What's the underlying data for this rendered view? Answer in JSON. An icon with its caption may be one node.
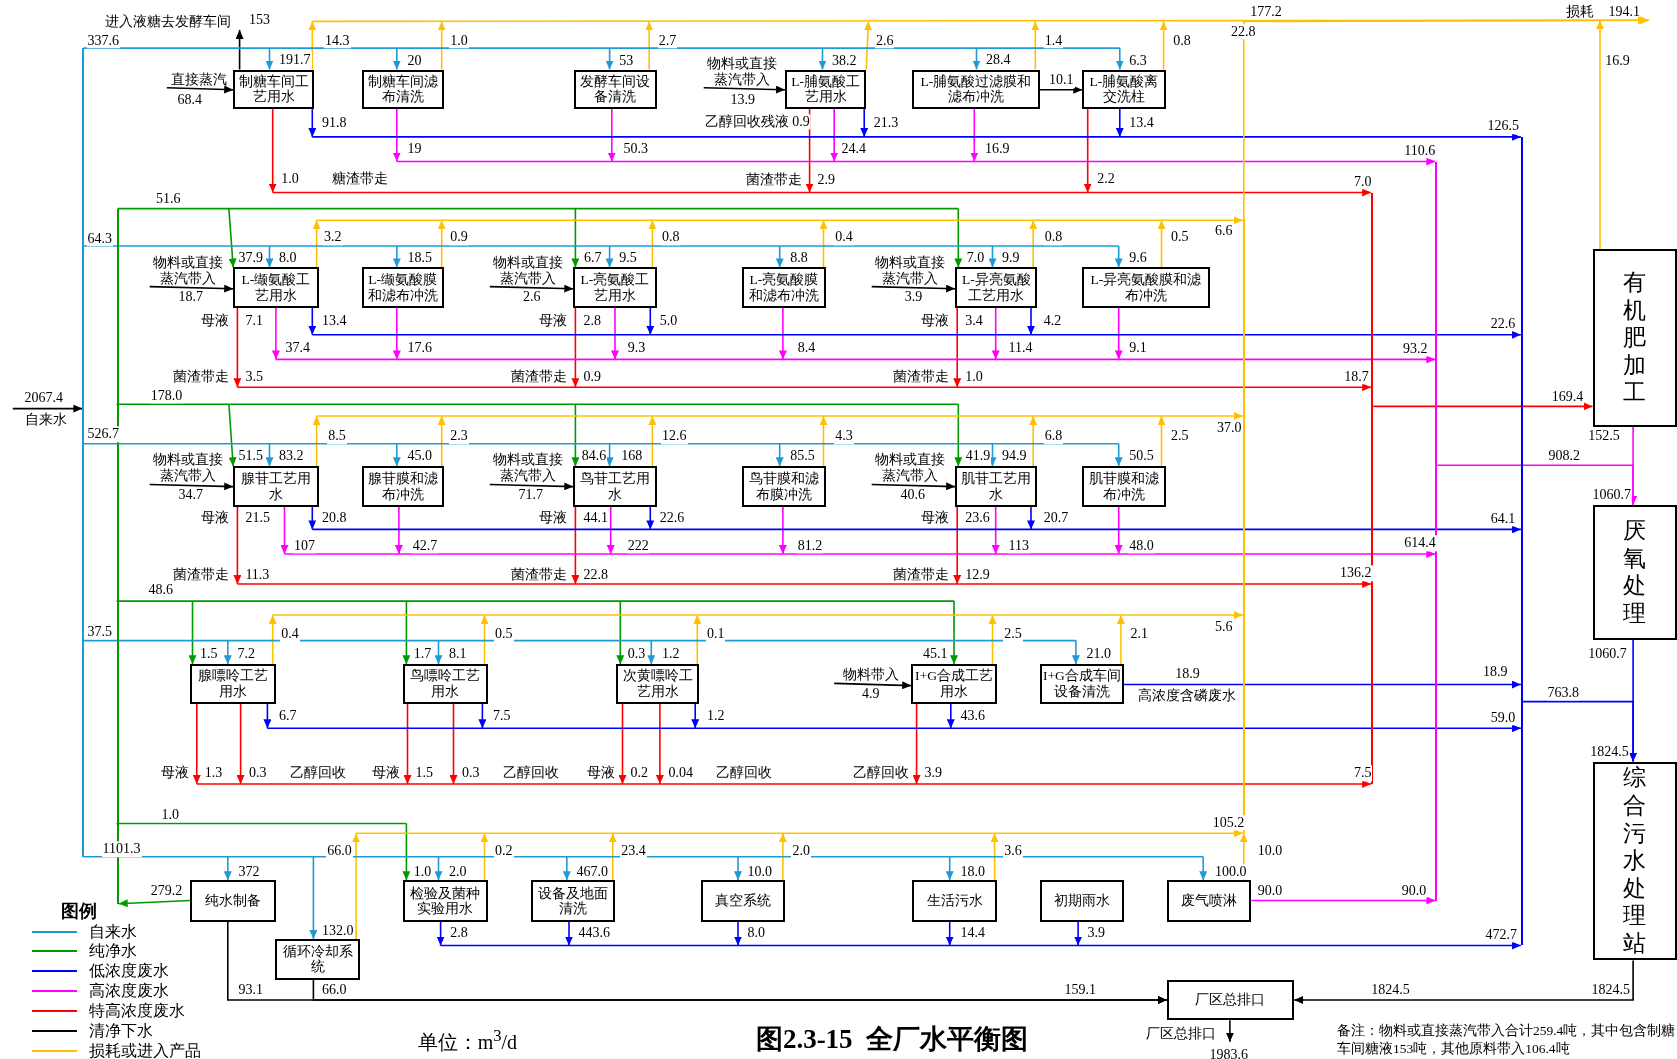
{
  "diagram": {
    "title": "图2.3-15  全厂水平衡图",
    "nodes": [
      {
        "text": [
          "制糖车间工艺用水"
        ]
      },
      {
        "text": [
          "制糖车间滤布清洗"
        ]
      },
      {
        "text": [
          "发酵车间设备清洗"
        ]
      },
      {
        "text": [
          "L-脯氨酸工艺用水"
        ]
      },
      {
        "text": [
          "L-脯氨酸过滤膜和滤布冲洗"
        ]
      },
      {
        "text": [
          "L-脯氨酸离交洗柱"
        ]
      },
      {
        "text": [
          "L-缬氨酸工艺用水"
        ]
      },
      {
        "text": [
          "L-缬氨酸膜和滤布冲洗"
        ]
      },
      {
        "text": [
          "L-亮氨酸工艺用水"
        ]
      },
      {
        "text": [
          "L-亮氨酸膜和滤布冲洗"
        ]
      },
      {
        "text": [
          "L-异亮氨酸工艺用水"
        ]
      },
      {
        "text": [
          "L-异亮氨酸膜和滤布冲洗"
        ]
      },
      {
        "text": [
          "腺苷工艺用水"
        ]
      },
      {
        "text": [
          "腺苷膜和滤布冲洗"
        ]
      },
      {
        "text": [
          "鸟苷工艺用水"
        ]
      },
      {
        "text": [
          "鸟苷膜和滤布膜冲洗"
        ]
      },
      {
        "text": [
          "肌苷工艺用水"
        ]
      },
      {
        "text": [
          "肌苷膜和滤布冲洗"
        ]
      },
      {
        "text": [
          "腺嘌呤工艺用水"
        ]
      },
      {
        "text": [
          "鸟嘌呤工艺用水"
        ]
      },
      {
        "text": [
          "次黄嘌呤工艺用水"
        ]
      },
      {
        "text": [
          "I+G合成工艺用水"
        ]
      },
      {
        "text": [
          "I+G合成车间设备清洗"
        ]
      },
      {
        "text": [
          "纯水制备"
        ]
      },
      {
        "text": [
          "循环冷却系统"
        ]
      },
      {
        "text": [
          "检验及菌种实验用水"
        ]
      },
      {
        "text": [
          "设备及地面清洗"
        ]
      },
      {
        "text": [
          "真空系统"
        ]
      },
      {
        "text": [
          "生活污水"
        ]
      },
      {
        "text": [
          "初期雨水"
        ]
      },
      {
        "text": [
          "废气喷淋"
        ]
      },
      {
        "text": [
          "厂区总排口"
        ]
      },
      {
        "text": [
          "有机肥加工"
        ]
      },
      {
        "text": [
          "厌氧处理"
        ]
      },
      {
        "text": [
          "综合污水处理站"
        ]
      },
      {
        "text": [
          "进入液糖去发酵车间"
        ]
      },
      {
        "text": [
          "直接蒸汽"
        ]
      },
      {
        "text": [
          "物料或直接蒸汽带入"
        ]
      },
      {
        "text": [
          "物料或直接蒸汽带入"
        ]
      },
      {
        "text": [
          "物料或直接蒸汽带入"
        ]
      },
      {
        "text": [
          "物料或直接蒸汽带入"
        ]
      },
      {
        "text": [
          "物料或直接蒸汽带入"
        ]
      },
      {
        "text": [
          "物料或直接蒸汽带入"
        ]
      },
      {
        "text": [
          "物料或直接蒸汽带入"
        ]
      },
      {
        "text": [
          "物料带入"
        ]
      },
      {
        "text": [
          "损耗"
        ],
        "beside": [
          "194.1"
        ]
      },
      {
        "text": [
          "自来水"
        ]
      },
      {
        "text": [
          "厂区总排口"
        ]
      },
      {
        "text": [],
        "shape": "bar"
      },
      {
        "text": [],
        "shape": "bar"
      },
      {
        "text": [],
        "shape": "bar"
      },
      {
        "text": [],
        "shape": "bar"
      },
      {
        "text": [],
        "shape": "bar"
      },
      {
        "text": [],
        "shape": "bar"
      }
    ],
    "edges": [
      {
        "from": null,
        "to": 0,
        "arrow": "to",
        "label": "191.7",
        "color": "#1e9bd7"
      },
      {
        "from": 0,
        "to": null,
        "arrow": "to",
        "label": "14.3",
        "color": "#ffc000"
      },
      {
        "from": 0,
        "to": null,
        "arrow": "to",
        "label": "91.8",
        "color": "#0000ff"
      },
      {
        "from": 0,
        "to": null,
        "arrow": "to",
        "label": "1.0 糖渣带走",
        "color": "#ff0000"
      },
      {
        "from": 0,
        "to": 35,
        "arrow": "to",
        "label": "153",
        "color": "#000000"
      },
      {
        "from": 36,
        "to": 0,
        "arrow": "to",
        "label": "68.4",
        "color": "#000000"
      },
      {
        "from": null,
        "to": 1,
        "arrow": "to",
        "label": "20",
        "color": "#1e9bd7"
      },
      {
        "from": 1,
        "to": null,
        "arrow": "to",
        "label": "1.0",
        "color": "#ffc000"
      },
      {
        "from": 1,
        "to": null,
        "arrow": "to",
        "label": "19",
        "color": "#ff00ff"
      },
      {
        "from": null,
        "to": 2,
        "arrow": "to",
        "label": "53",
        "color": "#1e9bd7"
      },
      {
        "from": 2,
        "to": null,
        "arrow": "to",
        "label": "2.7",
        "color": "#ffc000"
      },
      {
        "from": 2,
        "to": null,
        "arrow": "to",
        "label": "50.3",
        "color": "#ff00ff"
      },
      {
        "from": null,
        "to": 3,
        "arrow": "to",
        "label": "38.2",
        "color": "#1e9bd7"
      },
      {
        "from": 3,
        "to": null,
        "arrow": "to",
        "label": "2.6",
        "color": "#ffc000"
      },
      {
        "from": 3,
        "to": null,
        "arrow": "to",
        "label": "21.3",
        "color": "#0000ff"
      },
      {
        "from": 3,
        "to": null,
        "arrow": "to",
        "label": "24.4",
        "color": "#ff00ff"
      },
      {
        "from": 3,
        "to": null,
        "arrow": "to",
        "label": "菌渣带走 2.9",
        "color": "#ff0000"
      },
      {
        "from": 37,
        "to": 3,
        "arrow": "to",
        "label": "13.9",
        "color": "#000000"
      },
      {
        "from": null,
        "to": 4,
        "arrow": "to",
        "label": "28.4",
        "color": "#1e9bd7"
      },
      {
        "from": 4,
        "to": null,
        "arrow": "to",
        "label": "1.4",
        "color": "#ffc000"
      },
      {
        "from": 4,
        "to": null,
        "arrow": "to",
        "label": "16.9",
        "color": "#ff00ff"
      },
      {
        "from": 4,
        "to": 5,
        "arrow": "to",
        "label": "10.1",
        "color": "#000000"
      },
      {
        "from": null,
        "to": 5,
        "arrow": "to",
        "label": "6.3",
        "color": "#1e9bd7"
      },
      {
        "from": 5,
        "to": null,
        "arrow": "to",
        "label": "0.8",
        "color": "#ffc000"
      },
      {
        "from": 5,
        "to": null,
        "arrow": "to",
        "label": "13.4",
        "color": "#0000ff"
      },
      {
        "from": 5,
        "to": null,
        "arrow": "to",
        "label": "2.2",
        "color": "#ff0000"
      },
      {
        "from": null,
        "to": 6,
        "arrow": "to",
        "label": "37.9",
        "color": "#009a00"
      },
      {
        "from": null,
        "to": 6,
        "arrow": "to",
        "label": "8.0",
        "color": "#1e9bd7"
      },
      {
        "from": 6,
        "to": null,
        "arrow": "to",
        "label": "3.2",
        "color": "#ffc000"
      },
      {
        "from": 6,
        "to": null,
        "arrow": "to",
        "label": "13.4",
        "color": "#0000ff"
      },
      {
        "from": 6,
        "to": null,
        "arrow": "to",
        "label": "37.4",
        "color": "#ff00ff"
      },
      {
        "from": 6,
        "to": null,
        "arrow": "to",
        "label": "菌渣带走 3.5",
        "color": "#ff0000"
      },
      {
        "from": 38,
        "to": 6,
        "arrow": "to",
        "label": "18.7",
        "color": "#000000"
      },
      {
        "from": null,
        "to": 7,
        "arrow": "to",
        "label": "18.5",
        "color": "#1e9bd7"
      },
      {
        "from": 7,
        "to": null,
        "arrow": "to",
        "label": "0.9",
        "color": "#ffc000"
      },
      {
        "from": 7,
        "to": null,
        "arrow": "to",
        "label": "17.6",
        "color": "#ff00ff"
      },
      {
        "from": null,
        "to": 8,
        "arrow": "to",
        "label": "6.7",
        "color": "#009a00"
      },
      {
        "from": null,
        "to": 8,
        "arrow": "to",
        "label": "9.5",
        "color": "#1e9bd7"
      },
      {
        "from": 8,
        "to": null,
        "arrow": "to",
        "label": "0.8",
        "color": "#ffc000"
      },
      {
        "from": 8,
        "to": null,
        "arrow": "to",
        "label": "5.0",
        "color": "#0000ff"
      },
      {
        "from": 8,
        "to": null,
        "arrow": "to",
        "label": "9.3",
        "color": "#ff00ff"
      },
      {
        "from": 8,
        "to": null,
        "arrow": "to",
        "label": "菌渣带走 0.9",
        "color": "#ff0000"
      },
      {
        "from": 39,
        "to": 8,
        "arrow": "to",
        "label": "2.6",
        "color": "#000000"
      },
      {
        "from": null,
        "to": 9,
        "arrow": "to",
        "label": "8.8",
        "color": "#1e9bd7"
      },
      {
        "from": 9,
        "to": null,
        "arrow": "to",
        "label": "0.4",
        "color": "#ffc000"
      },
      {
        "from": 9,
        "to": null,
        "arrow": "to",
        "label": "8.4",
        "color": "#ff00ff"
      },
      {
        "from": null,
        "to": 10,
        "arrow": "to",
        "label": "7.0",
        "color": "#009a00"
      },
      {
        "from": null,
        "to": 10,
        "arrow": "to",
        "label": "9.9",
        "color": "#1e9bd7"
      },
      {
        "from": 10,
        "to": null,
        "arrow": "to",
        "label": "0.8",
        "color": "#ffc000"
      },
      {
        "from": 10,
        "to": null,
        "arrow": "to",
        "label": "4.2",
        "color": "#0000ff"
      },
      {
        "from": 10,
        "to": null,
        "arrow": "to",
        "label": "11.4",
        "color": "#ff00ff"
      },
      {
        "from": 10,
        "to": null,
        "arrow": "to",
        "label": "菌渣带走 1.0",
        "color": "#ff0000"
      },
      {
        "from": 40,
        "to": 10,
        "arrow": "to",
        "label": "3.9",
        "color": "#000000"
      },
      {
        "from": null,
        "to": 11,
        "arrow": "to",
        "label": "9.6",
        "color": "#1e9bd7"
      },
      {
        "from": 11,
        "to": null,
        "arrow": "to",
        "label": "0.5",
        "color": "#ffc000"
      },
      {
        "from": 11,
        "to": null,
        "arrow": "to",
        "label": "9.1",
        "color": "#ff00ff"
      },
      {
        "from": null,
        "to": 12,
        "arrow": "to",
        "label": "51.5",
        "color": "#009a00"
      },
      {
        "from": null,
        "to": 12,
        "arrow": "to",
        "label": "83.2",
        "color": "#1e9bd7"
      },
      {
        "from": 12,
        "to": null,
        "arrow": "to",
        "label": "8.5",
        "color": "#ffc000"
      },
      {
        "from": 12,
        "to": null,
        "arrow": "to",
        "label": "20.8",
        "color": "#0000ff"
      },
      {
        "from": 12,
        "to": null,
        "arrow": "to",
        "label": "107",
        "color": "#ff00ff"
      },
      {
        "from": 12,
        "to": null,
        "arrow": "to",
        "label": "菌渣带走 11.3",
        "color": "#ff0000"
      },
      {
        "from": 41,
        "to": 12,
        "arrow": "to",
        "label": "34.7",
        "color": "#000000"
      },
      {
        "from": null,
        "to": 13,
        "arrow": "to",
        "label": "45.0",
        "color": "#1e9bd7"
      },
      {
        "from": 13,
        "to": null,
        "arrow": "to",
        "label": "2.3",
        "color": "#ffc000"
      },
      {
        "from": 13,
        "to": null,
        "arrow": "to",
        "label": "42.7",
        "color": "#ff00ff"
      },
      {
        "from": null,
        "to": 14,
        "arrow": "to",
        "label": "84.6",
        "color": "#009a00"
      },
      {
        "from": null,
        "to": 14,
        "arrow": "to",
        "label": "168",
        "color": "#1e9bd7"
      },
      {
        "from": 14,
        "to": null,
        "arrow": "to",
        "label": "12.6",
        "color": "#ffc000"
      },
      {
        "from": 14,
        "to": null,
        "arrow": "to",
        "label": "22.6",
        "color": "#0000ff"
      },
      {
        "from": 14,
        "to": null,
        "arrow": "to",
        "label": "222",
        "color": "#ff00ff"
      },
      {
        "from": 14,
        "to": null,
        "arrow": "to",
        "label": "菌渣带走 22.8",
        "color": "#ff0000"
      },
      {
        "from": 42,
        "to": 14,
        "arrow": "to",
        "label": "71.7",
        "color": "#000000"
      },
      {
        "from": null,
        "to": 15,
        "arrow": "to",
        "label": "85.5",
        "color": "#1e9bd7"
      },
      {
        "from": 15,
        "to": null,
        "arrow": "to",
        "label": "4.3",
        "color": "#ffc000"
      },
      {
        "from": 15,
        "to": null,
        "arrow": "to",
        "label": "81.2",
        "color": "#ff00ff"
      },
      {
        "from": null,
        "to": 16,
        "arrow": "to",
        "label": "41.9",
        "color": "#009a00"
      },
      {
        "from": null,
        "to": 16,
        "arrow": "to",
        "label": "94.9",
        "color": "#1e9bd7"
      },
      {
        "from": 16,
        "to": null,
        "arrow": "to",
        "label": "6.8",
        "color": "#ffc000"
      },
      {
        "from": 16,
        "to": null,
        "arrow": "to",
        "label": "20.7",
        "color": "#0000ff"
      },
      {
        "from": 16,
        "to": null,
        "arrow": "to",
        "label": "113",
        "color": "#ff00ff"
      },
      {
        "from": 16,
        "to": null,
        "arrow": "to",
        "label": "菌渣带走 12.9",
        "color": "#ff0000"
      },
      {
        "from": 43,
        "to": 16,
        "arrow": "to",
        "label": "40.6",
        "color": "#000000"
      },
      {
        "from": null,
        "to": 17,
        "arrow": "to",
        "label": "50.5",
        "color": "#1e9bd7"
      },
      {
        "from": 17,
        "to": null,
        "arrow": "to",
        "label": "2.5",
        "color": "#ffc000"
      },
      {
        "from": 17,
        "to": null,
        "arrow": "to",
        "label": "48.0",
        "color": "#ff00ff"
      },
      {
        "from": null,
        "to": 18,
        "arrow": "to",
        "label": "1.5",
        "color": "#009a00"
      },
      {
        "from": null,
        "to": 18,
        "arrow": "to",
        "label": "7.2",
        "color": "#1e9bd7"
      },
      {
        "from": 18,
        "to": null,
        "arrow": "to",
        "label": "0.4",
        "color": "#ffc000"
      },
      {
        "from": 18,
        "to": null,
        "arrow": "to",
        "label": "6.7",
        "color": "#0000ff"
      },
      {
        "from": 18,
        "to": null,
        "arrow": "to",
        "label": "母液 1.3",
        "color": "#ff0000"
      },
      {
        "from": 18,
        "to": null,
        "arrow": "to",
        "label": "0.3 乙醇回收",
        "color": "#ff0000"
      },
      {
        "from": null,
        "to": 19,
        "arrow": "to",
        "label": "1.7",
        "color": "#009a00"
      },
      {
        "from": null,
        "to": 19,
        "arrow": "to",
        "label": "8.1",
        "color": "#1e9bd7"
      },
      {
        "from": 19,
        "to": null,
        "arrow": "to",
        "label": "0.5",
        "color": "#ffc000"
      },
      {
        "from": 19,
        "to": null,
        "arrow": "to",
        "label": "7.5",
        "color": "#0000ff"
      },
      {
        "from": 19,
        "to": null,
        "arrow": "to",
        "label": "母液 1.5",
        "color": "#ff0000"
      },
      {
        "from": 19,
        "to": null,
        "arrow": "to",
        "label": "0.3 乙醇回收",
        "color": "#ff0000"
      },
      {
        "from": null,
        "to": 20,
        "arrow": "to",
        "label": "0.3",
        "color": "#009a00"
      },
      {
        "from": null,
        "to": 20,
        "arrow": "to",
        "label": "1.2",
        "color": "#1e9bd7"
      },
      {
        "from": 20,
        "to": null,
        "arrow": "to",
        "label": "0.1",
        "color": "#ffc000"
      },
      {
        "from": 20,
        "to": null,
        "arrow": "to",
        "label": "1.2",
        "color": "#0000ff"
      },
      {
        "from": 20,
        "to": null,
        "arrow": "to",
        "label": "母液 0.2",
        "color": "#ff0000"
      },
      {
        "from": 20,
        "to": null,
        "arrow": "to",
        "label": "0.04 乙醇回收",
        "color": "#ff0000"
      },
      {
        "from": null,
        "to": 21,
        "arrow": "to",
        "label": "45.1",
        "color": "#009a00"
      },
      {
        "from": 21,
        "to": null,
        "arrow": "to",
        "label": "2.5",
        "color": "#ffc000"
      },
      {
        "from": 21,
        "to": null,
        "arrow": "to",
        "label": "43.6",
        "color": "#0000ff"
      },
      {
        "from": 21,
        "to": null,
        "arrow": "to",
        "label": "乙醇回收 3.9",
        "color": "#ff0000"
      },
      {
        "from": 44,
        "to": 21,
        "arrow": "to",
        "label": "4.9",
        "color": "#000000"
      },
      {
        "from": null,
        "to": 22,
        "arrow": "to",
        "label": "21.0",
        "color": "#1e9bd7"
      },
      {
        "from": 22,
        "to": null,
        "arrow": "to",
        "label": "2.1",
        "color": "#ffc000"
      },
      {
        "from": 22,
        "to": 53,
        "arrow": "to",
        "label": "18.9",
        "color": "#0000ff"
      },
      {
        "from": null,
        "to": 23,
        "arrow": "to",
        "label": "372",
        "color": "#1e9bd7"
      },
      {
        "from": 23,
        "to": 49,
        "arrow": "to",
        "label": "279.2",
        "color": "#009a00"
      },
      {
        "from": 23,
        "to": 31,
        "arrow": "to",
        "label": "93.1",
        "color": "#000000"
      },
      {
        "from": null,
        "to": 24,
        "arrow": "to",
        "label": "132.0",
        "color": "#1e9bd7"
      },
      {
        "from": 24,
        "to": null,
        "arrow": "to",
        "label": "66.0",
        "color": "#ffc000"
      },
      {
        "from": 24,
        "to": 31,
        "arrow": "to",
        "label": "66.0",
        "color": "#000000"
      },
      {
        "from": null,
        "to": 25,
        "arrow": "to",
        "label": "1.0",
        "color": "#009a00"
      },
      {
        "from": null,
        "to": 25,
        "arrow": "to",
        "label": "2.0",
        "color": "#1e9bd7"
      },
      {
        "from": 25,
        "to": null,
        "arrow": "to",
        "label": "0.2",
        "color": "#ffc000"
      },
      {
        "from": 25,
        "to": null,
        "arrow": "to",
        "label": "2.8",
        "color": "#0000ff"
      },
      {
        "from": null,
        "to": 26,
        "arrow": "to",
        "label": "467.0",
        "color": "#1e9bd7"
      },
      {
        "from": 26,
        "to": null,
        "arrow": "to",
        "label": "23.4",
        "color": "#ffc000"
      },
      {
        "from": 26,
        "to": null,
        "arrow": "to",
        "label": "443.6",
        "color": "#0000ff"
      },
      {
        "from": null,
        "to": 27,
        "arrow": "to",
        "label": "10.0",
        "color": "#1e9bd7"
      },
      {
        "from": 27,
        "to": null,
        "arrow": "to",
        "label": "2.0",
        "color": "#ffc000"
      },
      {
        "from": 27,
        "to": null,
        "arrow": "to",
        "label": "8.0",
        "color": "#0000ff"
      },
      {
        "from": null,
        "to": 28,
        "arrow": "to",
        "label": "18.0",
        "color": "#1e9bd7"
      },
      {
        "from": 28,
        "to": null,
        "arrow": "to",
        "label": "3.6",
        "color": "#ffc000"
      },
      {
        "from": 28,
        "to": null,
        "arrow": "to",
        "label": "14.4",
        "color": "#0000ff"
      },
      {
        "from": 29,
        "to": null,
        "arrow": "to",
        "label": "3.9",
        "color": "#0000ff"
      },
      {
        "from": null,
        "to": 30,
        "arrow": "to",
        "label": "100.0",
        "color": "#1e9bd7"
      },
      {
        "from": 30,
        "to": 50,
        "arrow": "to",
        "label": "10.0",
        "color": "#ffc000"
      },
      {
        "from": 30,
        "to": 52,
        "arrow": "to",
        "label": "90.0",
        "color": "#ff00ff"
      },
      {
        "from": 34,
        "to": 31,
        "arrow": "to",
        "label": "1824.5",
        "color": "#000000"
      },
      {
        "from": 31,
        "to": 47,
        "arrow": "to",
        "label": "1983.6",
        "color": "#000000"
      },
      {
        "from": 51,
        "to": 32,
        "arrow": "to",
        "label": "169.4",
        "color": "#ff0000"
      },
      {
        "from": 32,
        "to": 45,
        "arrow": "to",
        "label": "16.9",
        "color": "#ffc000"
      },
      {
        "from": 32,
        "to": 33,
        "arrow": "to",
        "label": "152.5",
        "color": "#ff00ff"
      },
      {
        "from": 52,
        "to": 33,
        "arrow": "to",
        "label": "908.2",
        "color": "#ff00ff"
      },
      {
        "from": 33,
        "to": 34,
        "arrow": "to",
        "label": "1060.7",
        "color": "#0000ff"
      },
      {
        "from": 53,
        "to": 34,
        "arrow": "to",
        "label": "763.8",
        "color": "#0000ff"
      },
      {
        "from": null,
        "to": 53,
        "arrow": "to",
        "label": "126.5",
        "color": "#0000ff"
      },
      {
        "from": null,
        "to": 53,
        "arrow": "to",
        "label": "22.6",
        "color": "#0000ff"
      },
      {
        "from": null,
        "to": 53,
        "arrow": "to",
        "label": "64.1",
        "color": "#0000ff"
      },
      {
        "from": null,
        "to": 53,
        "arrow": "to",
        "label": "59.0",
        "color": "#0000ff"
      },
      {
        "from": null,
        "to": 53,
        "arrow": "to",
        "label": "472.7",
        "color": "#0000ff"
      },
      {
        "from": null,
        "to": 52,
        "arrow": "to",
        "label": "110.6",
        "color": "#ff00ff"
      },
      {
        "from": null,
        "to": 52,
        "arrow": "to",
        "label": "93.2",
        "color": "#ff00ff"
      },
      {
        "from": null,
        "to": 52,
        "arrow": "to",
        "label": "614.4",
        "color": "#ff00ff"
      },
      {
        "from": null,
        "to": 51,
        "arrow": "to",
        "label": "7.0",
        "color": "#ff0000"
      },
      {
        "from": null,
        "to": 51,
        "arrow": "to",
        "label": "18.7",
        "color": "#ff0000"
      },
      {
        "from": null,
        "to": 51,
        "arrow": "to",
        "label": "136.2",
        "color": "#ff0000"
      },
      {
        "from": null,
        "to": 51,
        "arrow": "to",
        "label": "7.5",
        "color": "#ff0000"
      },
      {
        "from": null,
        "to": 50,
        "arrow": "to",
        "label": "6.6",
        "color": "#ffc000"
      },
      {
        "from": null,
        "to": 50,
        "arrow": "to",
        "label": "37.0",
        "color": "#ffc000"
      },
      {
        "from": null,
        "to": 50,
        "arrow": "to",
        "label": "5.6",
        "color": "#ffc000"
      },
      {
        "from": null,
        "to": 50,
        "arrow": "to",
        "label": "105.2",
        "color": "#ffc000"
      },
      {
        "from": null,
        "to": 45,
        "arrow": "to",
        "label": "177.2",
        "color": "#ffc000"
      },
      {
        "from": 46,
        "to": 48,
        "arrow": "to",
        "label": "2067.4",
        "color": "#000000"
      },
      {
        "from": 50,
        "to": 45,
        "arrow": "to",
        "label": "22.8",
        "color": "#ffc000"
      },
      {
        "from": 48,
        "to": null,
        "arrow": "none",
        "label": "337.6",
        "color": "#1e9bd7"
      },
      {
        "from": 48,
        "to": null,
        "arrow": "none",
        "label": "64.3",
        "color": "#1e9bd7"
      },
      {
        "from": 48,
        "to": null,
        "arrow": "none",
        "label": "526.7",
        "color": "#1e9bd7"
      },
      {
        "from": 48,
        "to": null,
        "arrow": "none",
        "label": "37.5",
        "color": "#1e9bd7"
      },
      {
        "from": 48,
        "to": null,
        "arrow": "none",
        "label": "1101.3",
        "color": "#1e9bd7"
      },
      {
        "from": 49,
        "to": null,
        "arrow": "none",
        "label": "51.6",
        "color": "#009a00"
      },
      {
        "from": 49,
        "to": null,
        "arrow": "none",
        "label": "178.0",
        "color": "#009a00"
      },
      {
        "from": 49,
        "to": null,
        "arrow": "none",
        "label": "48.6",
        "color": "#009a00"
      },
      {
        "from": 49,
        "to": null,
        "arrow": "none",
        "label": "1.0",
        "color": "#009a00"
      }
    ],
    "labels": [
      "乙醇回收残液 0.9",
      "母液 7.1",
      "母液 2.8",
      "母液 3.4",
      "母液 21.5",
      "母液 44.1",
      "母液 23.6",
      "18.9",
      "高浓度含磷废水",
      "90.0",
      "159.1",
      "1824.5",
      "1060.7",
      "1824.5",
      "图例",
      "单位：m$^{3}$/d",
      "备注：物料或直接蒸汽带入合计259.4吨，其中包含制糖车间糖液153吨，其他原料带入106.4吨"
    ],
    "legend": [
      {
        "text": "自来水",
        "color": "#1e9bd7"
      },
      {
        "text": "纯净水",
        "color": "#009a00"
      },
      {
        "text": "低浓度废水",
        "color": "#0000ff"
      },
      {
        "text": "高浓度废水",
        "color": "#ff00ff"
      },
      {
        "text": "特高浓度废水",
        "color": "#ff0000"
      },
      {
        "text": "清净下水",
        "color": "#000000"
      },
      {
        "text": "损耗或进入产品",
        "color": "#ffc000"
      }
    ]
  }
}
